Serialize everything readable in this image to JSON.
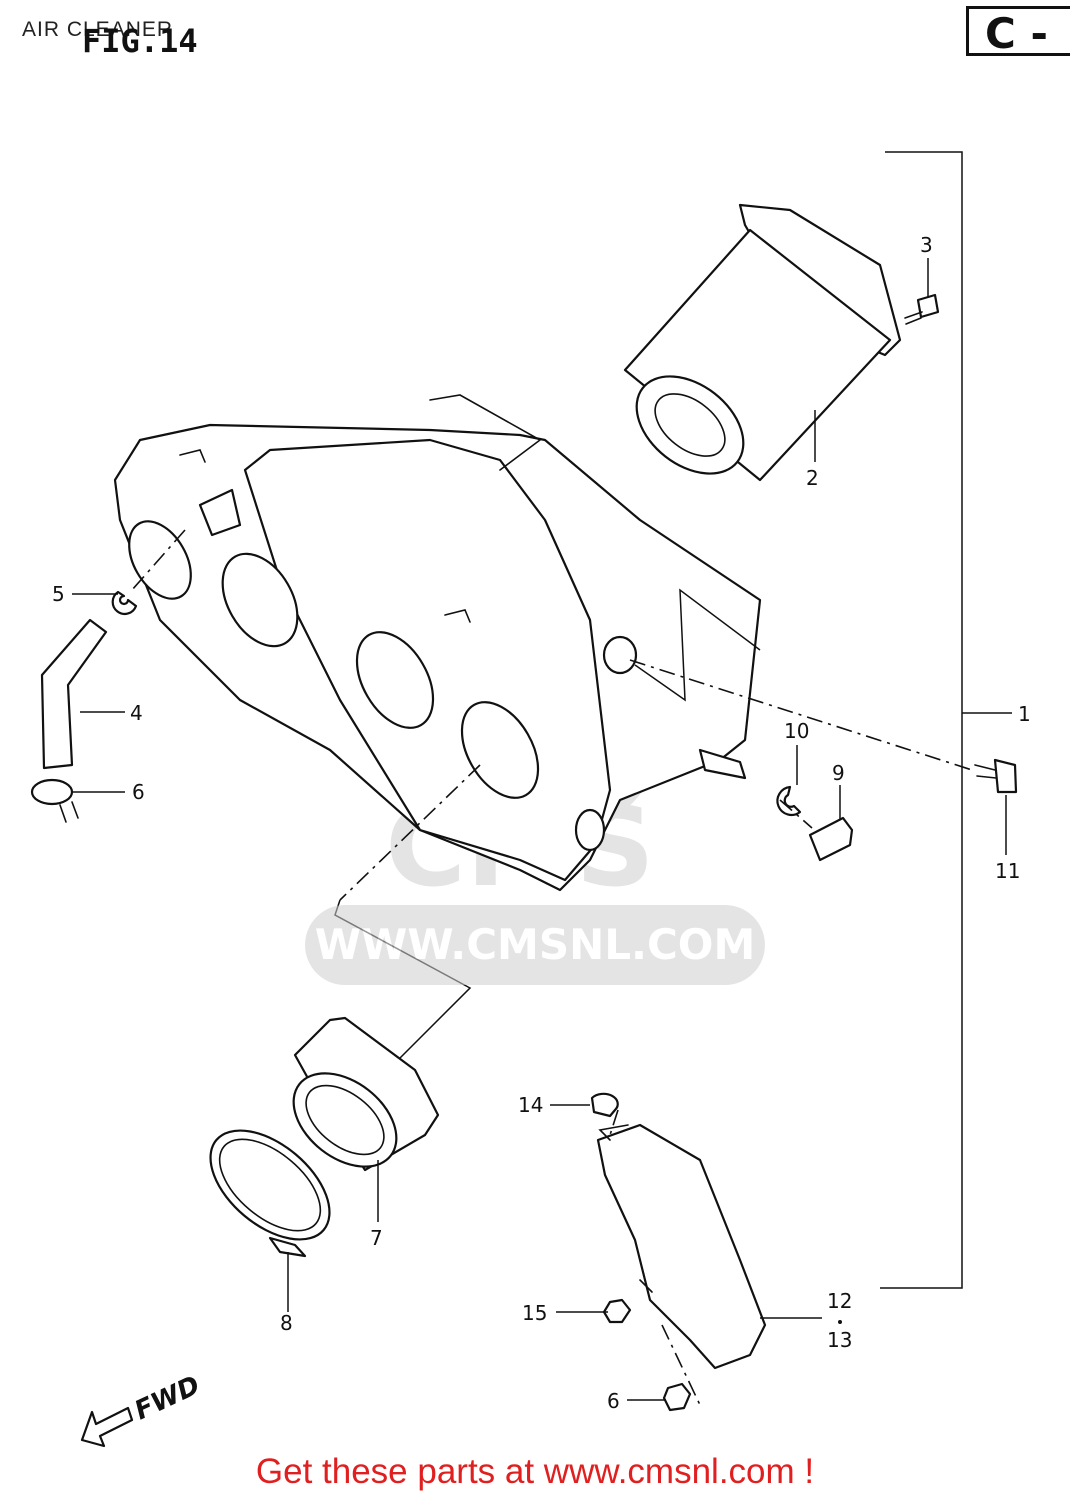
{
  "header": {
    "title": "AIR CLEANER",
    "figure_label": "FIG.14",
    "section_badge": "C -"
  },
  "watermark": {
    "logo_text": "CMS",
    "url_text": "WWW.CMSNL.COM"
  },
  "direction_indicator": "FWD",
  "callouts": {
    "c1": "1",
    "c2": "2",
    "c3": "3",
    "c4": "4",
    "c5": "5",
    "c6a": "6",
    "c6b": "6",
    "c7": "7",
    "c8": "8",
    "c9": "9",
    "c10": "10",
    "c11": "11",
    "c12": "12",
    "c13": "13",
    "c14": "14",
    "c15": "15"
  },
  "footer": {
    "cta": "Get these parts at www.cmsnl.com !"
  }
}
